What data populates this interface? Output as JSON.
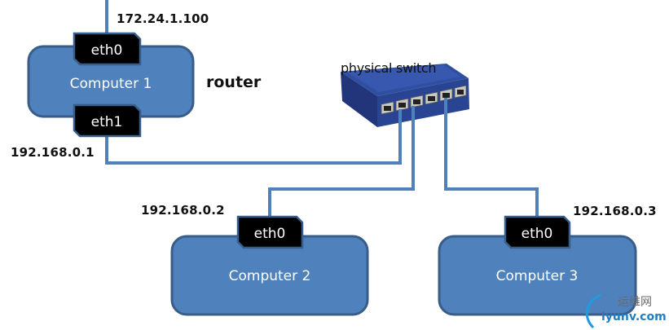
{
  "diagram": {
    "title": "",
    "colors": {
      "computer_fill": "#4f81bd",
      "computer_stroke": "#385d8a",
      "nic_fill": "#000000",
      "nic_stroke": "#385d8a",
      "link": "#4f81bd",
      "text_on_box": "#ffffff"
    },
    "nodes": [
      {
        "id": "computer1",
        "label": "Computer 1",
        "role": "router",
        "interfaces": [
          {
            "name": "eth0",
            "ip": "172.24.1.100"
          },
          {
            "name": "eth1",
            "ip": "192.168.0.1"
          }
        ]
      },
      {
        "id": "computer2",
        "label": "Computer 2",
        "interfaces": [
          {
            "name": "eth0",
            "ip": "192.168.0.2"
          }
        ]
      },
      {
        "id": "computer3",
        "label": "Computer 3",
        "interfaces": [
          {
            "name": "eth0",
            "ip": "192.168.0.3"
          }
        ]
      }
    ],
    "switch": {
      "label": "physical switch",
      "icon": "network-switch-icon"
    },
    "links": [
      {
        "from": "computer1.eth0",
        "to": "upstream"
      },
      {
        "from": "computer1.eth1",
        "to": "switch"
      },
      {
        "from": "computer2.eth0",
        "to": "switch"
      },
      {
        "from": "computer3.eth0",
        "to": "switch"
      }
    ],
    "watermark": {
      "text_cn": "运维网",
      "text_en": "iyunv.com"
    }
  }
}
